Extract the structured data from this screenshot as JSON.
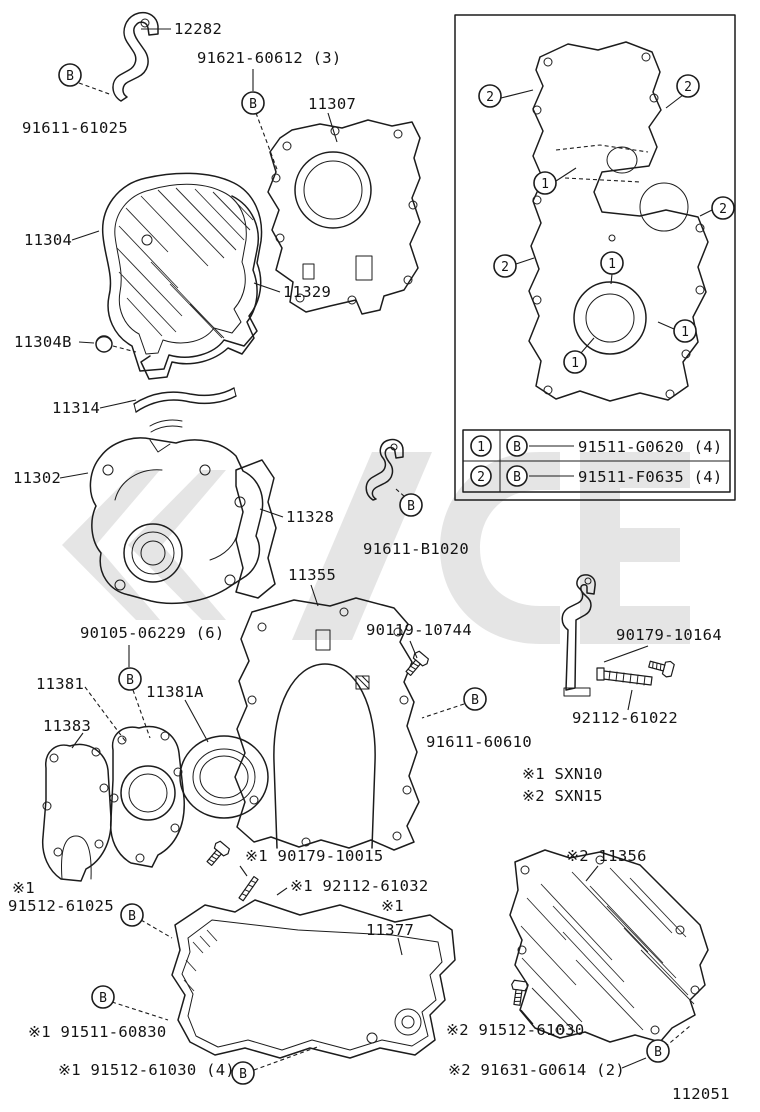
{
  "figure": {
    "number": "112051"
  },
  "markers": {
    "b": "B",
    "n1": "1",
    "n2": "2"
  },
  "labels": {
    "p12282": "12282",
    "p91621": "91621-60612 (3)",
    "p11307": "11307",
    "p91611_61025": "91611-61025",
    "p11304": "11304",
    "p11329": "11329",
    "p11304b": "11304B",
    "p11314": "11314",
    "p11302": "11302",
    "p11328": "11328",
    "p91611_b1020": "91611-B1020",
    "p11355": "11355",
    "p90105": "90105-06229 (6)",
    "p90119": "90119-10744",
    "p90179_10164": "90179-10164",
    "p92112_61022": "92112-61022",
    "p11381": "11381",
    "p11381a": "11381A",
    "p11383": "11383",
    "p91611_60610": "91611-60610",
    "p90179_10015": "※1 90179-10015",
    "p92112_61032": "※1 92112-61032",
    "p91512_61025_pre": "※1",
    "p91512_61025": "91512-61025",
    "p11377_pre": "※1",
    "p11377": "11377",
    "p11356": "※2 11356",
    "p91511_60830": "※1 91511-60830",
    "p91512_61030_r": "※2 91512-61030",
    "p91512_61030_b": "※1 91512-61030 (4)",
    "p91631": "※2 91631-G0614 (2)"
  },
  "notes": {
    "sxn10": "※1 SXN10",
    "sxn15": "※2 SXN15"
  },
  "legend": {
    "rows": [
      {
        "num": "1",
        "bolt": "B",
        "part": "91511-G0620 (4)"
      },
      {
        "num": "2",
        "bolt": "B",
        "part": "91511-F0635 (4)"
      }
    ]
  }
}
